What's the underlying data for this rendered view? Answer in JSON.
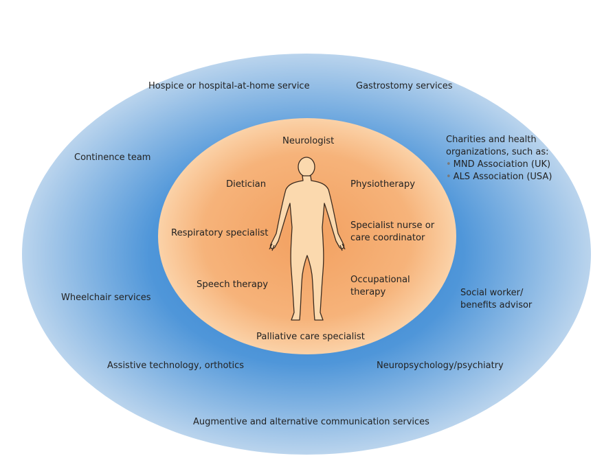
{
  "colors": {
    "outer_center": "#2f7fd0",
    "outer_edge": "#bad4ed",
    "inner_center": "#f2a060",
    "inner_edge": "#fbd2a8",
    "figure_fill": "#fbd9ae",
    "figure_stroke": "#3b2a1e"
  },
  "figure": {
    "icon": "human-body-icon"
  },
  "outer": {
    "hospice": "Hospice or hospital-at-home service",
    "gastrostomy": "Gastrostomy services",
    "continence": "Continence team",
    "charities_line1": "Charities and health",
    "charities_line2": "organizations, such as:",
    "charities_items": [
      "MND Association (UK)",
      "ALS Association (USA)"
    ],
    "wheelchair": "Wheelchair services",
    "social_line1": "Social worker/",
    "social_line2": "benefits advisor",
    "assistive": "Assistive technology, orthotics",
    "neuropsych": "Neuropsychology/psychiatry",
    "augmentive": "Augmentive and alternative communication services"
  },
  "inner": {
    "neurologist": "Neurologist",
    "dietician": "Dietician",
    "physiotherapy": "Physiotherapy",
    "respiratory": "Respiratory specialist",
    "nurse_line1": "Specialist nurse or",
    "nurse_line2": "care coordinator",
    "speech": "Speech therapy",
    "occupational_line1": "Occupational",
    "occupational_line2": "therapy",
    "palliative": "Palliative care specialist"
  },
  "bullet_symbol": "•"
}
